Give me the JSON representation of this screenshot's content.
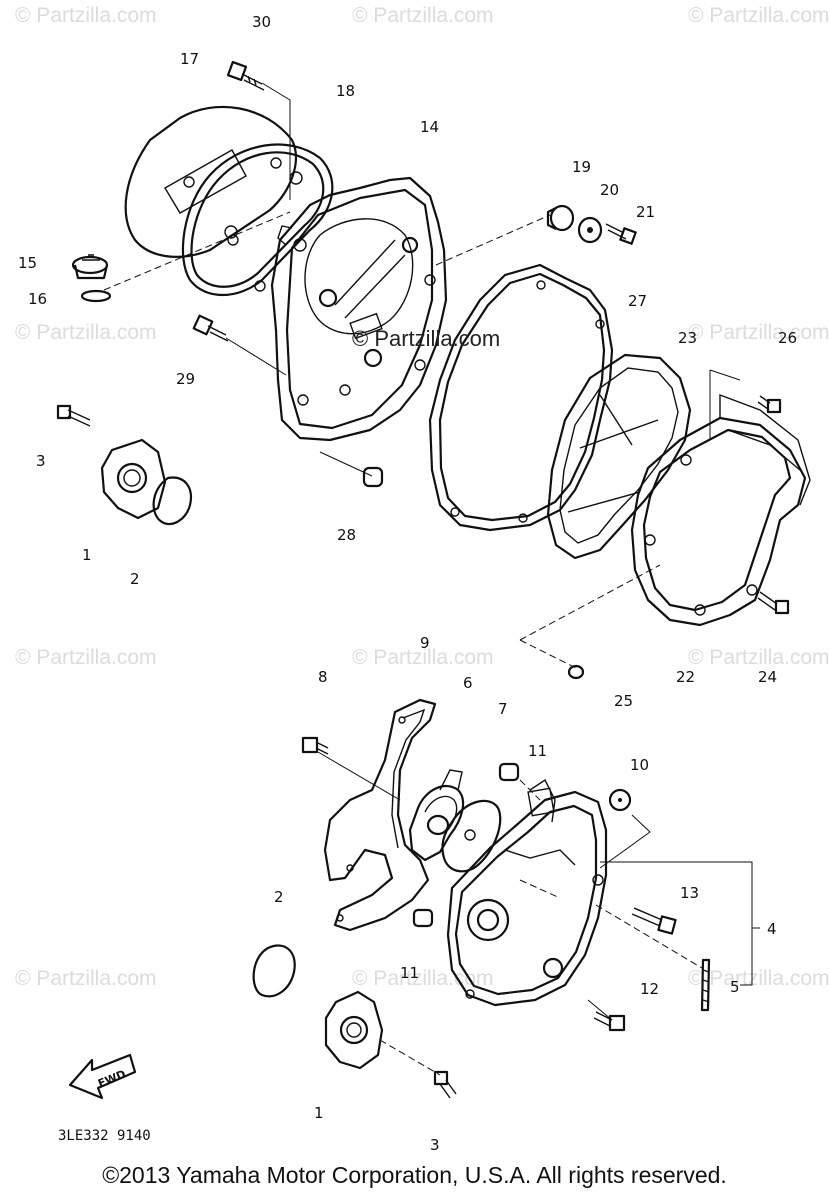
{
  "watermark": {
    "text": "© Partzilla.com",
    "center_text": "© Partzilla.com"
  },
  "callouts": {
    "p30": "30",
    "p17": "17",
    "p18": "18",
    "p14": "14",
    "p19": "19",
    "p20": "20",
    "p21": "21",
    "p15": "15",
    "p16": "16",
    "p27": "27",
    "p29": "29",
    "p23": "23",
    "p26": "26",
    "p3a": "3",
    "p1a": "1",
    "p2a": "2",
    "p28": "28",
    "p22": "22",
    "p24": "24",
    "p25": "25",
    "p9": "9",
    "p8": "8",
    "p6": "6",
    "p7": "7",
    "p11a": "11",
    "p10": "10",
    "p13": "13",
    "p4": "4",
    "p2b": "2",
    "p11b": "11",
    "p5": "5",
    "p12": "12",
    "p1b": "1",
    "p3b": "3"
  },
  "fwd_label": "FWD",
  "diagram_code": "3LE332 9140",
  "copyright": "©2013 Yamaha Motor Corporation, U.S.A. All rights reserved."
}
